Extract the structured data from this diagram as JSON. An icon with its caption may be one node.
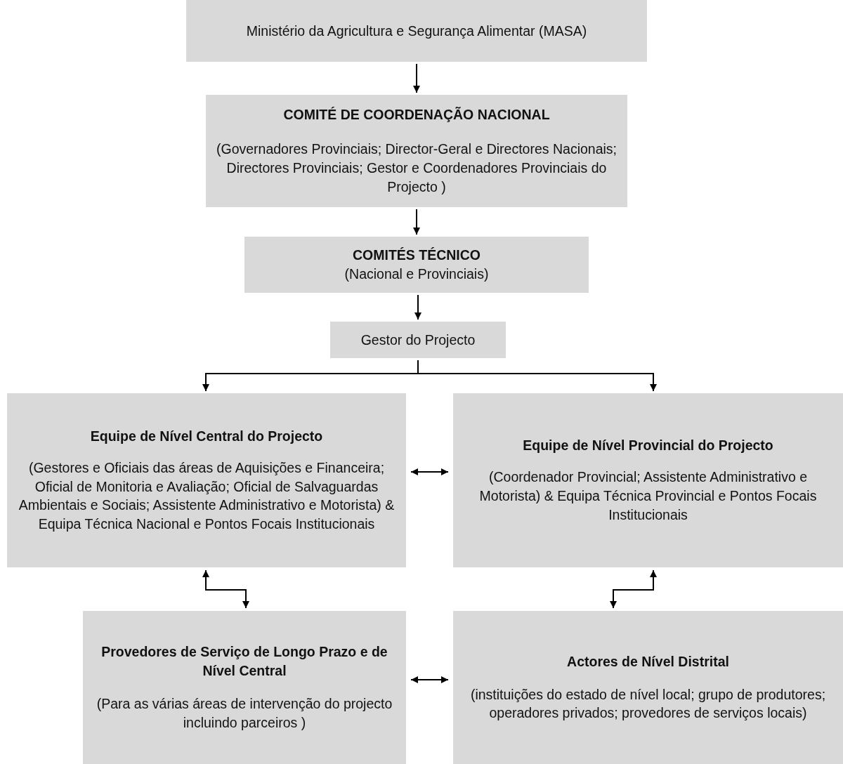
{
  "diagram": {
    "nodes": [
      {
        "text": [
          "Ministério da Agricultura e Segurança Alimentar (MASA)"
        ]
      },
      {
        "text": [
          "COMITÉ DE COORDENAÇÃO NACIONAL",
          "(Governadores Provinciais; Director-Geral e Directores Nacionais; Directores Provinciais; Gestor e Coordenadores Provinciais do Projecto )"
        ]
      },
      {
        "text": [
          "COMITÉS TÉCNICO",
          "(Nacional e Provinciais)"
        ]
      },
      {
        "text": [
          "Gestor do Projecto"
        ]
      },
      {
        "text": [
          "Equipe de Nível Central do Projecto",
          "(Gestores e Oficiais das áreas de Aquisições e Financeira; Oficial de Monitoria e Avaliação; Oficial de Salvaguardas Ambientais e Sociais; Assistente Administrativo e Motorista) & Equipa Técnica Nacional e Pontos Focais Institucionais"
        ]
      },
      {
        "text": [
          "Equipe de Nível Provincial do Projecto",
          "(Coordenador Provincial; Assistente Administrativo e Motorista) & Equipa Técnica Provincial e Pontos Focais Institucionais"
        ]
      },
      {
        "text": [
          "Provedores de Serviço de Longo Prazo e de Nível Central",
          "(Para as várias áreas de intervenção do projecto incluindo parceiros )"
        ]
      },
      {
        "text": [
          "Actores de Nível Distrital",
          "(instituições do estado de nível local; grupo de produtores; operadores privados; provedores de serviços locais)"
        ]
      }
    ],
    "edges": [
      {
        "from": 0,
        "to": 1,
        "arrow": "to"
      },
      {
        "from": 1,
        "to": 2,
        "arrow": "to"
      },
      {
        "from": 2,
        "to": 3,
        "arrow": "to"
      },
      {
        "from": 3,
        "to": 4,
        "arrow": "to"
      },
      {
        "from": 3,
        "to": 5,
        "arrow": "to"
      },
      {
        "from": 4,
        "to": 5,
        "arrow": "both"
      },
      {
        "from": 4,
        "to": 6,
        "arrow": "both"
      },
      {
        "from": 5,
        "to": 7,
        "arrow": "both"
      },
      {
        "from": 6,
        "to": 7,
        "arrow": "both"
      }
    ]
  }
}
